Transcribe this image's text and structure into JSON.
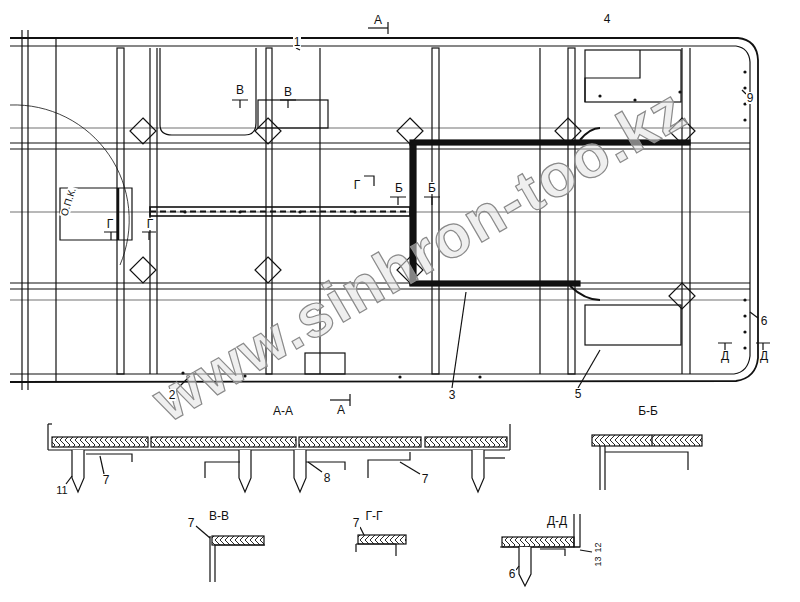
{
  "diagram": {
    "labels": [
      "А",
      "1",
      "4",
      "9",
      "В",
      "В",
      "Г",
      "Г",
      "О.П.К.",
      "Г",
      "Б",
      "Б",
      "2",
      "А",
      "3",
      "5",
      "6",
      "Д",
      "Д",
      "А-А",
      "Б-Б",
      "11",
      "7",
      "8",
      "7",
      "В-В",
      "7",
      "Г-Г",
      "7",
      "Д-Д",
      "6",
      "12",
      "13",
      "www.sinhron-too.kz"
    ]
  }
}
